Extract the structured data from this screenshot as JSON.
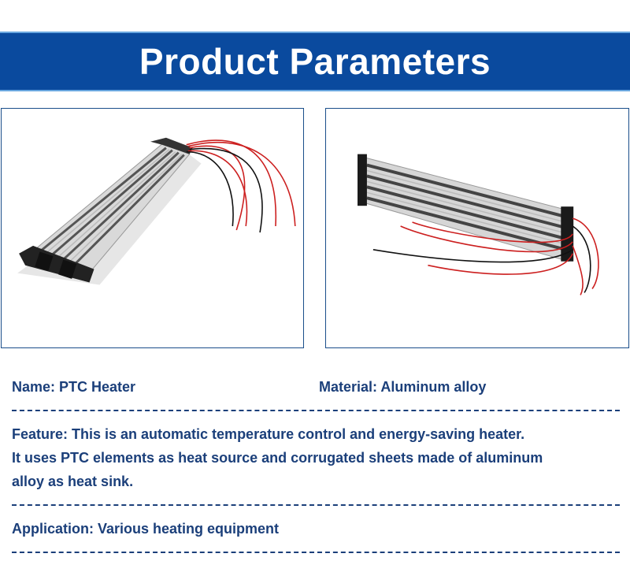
{
  "banner": {
    "title": "Product Parameters"
  },
  "specs": {
    "name": "Name: PTC Heater",
    "material": "Material: Aluminum alloy",
    "feature_line1": "Feature: This is an automatic temperature control and energy-saving heater.",
    "feature_line2": "It uses PTC elements as heat source and corrugated sheets made of aluminum",
    "feature_line3": "alloy as heat sink.",
    "application": "Application: Various heating equipment"
  },
  "colors": {
    "banner": "#0a4a9e",
    "text": "#1b3f7a"
  }
}
